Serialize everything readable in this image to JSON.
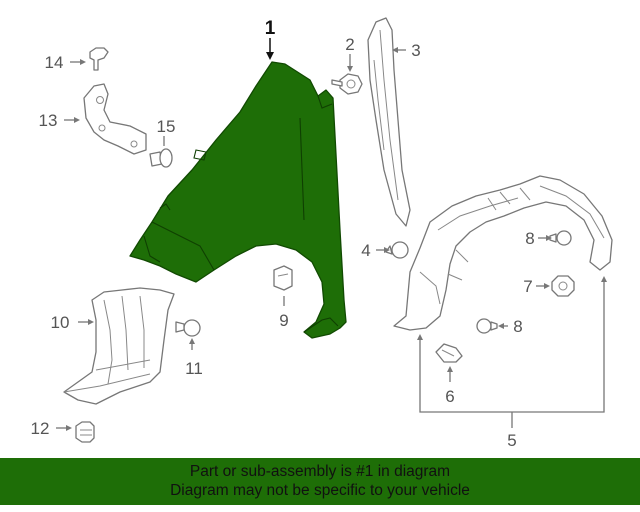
{
  "callouts": {
    "c1": "1",
    "c2": "2",
    "c3": "3",
    "c4": "4",
    "c5": "5",
    "c6": "6",
    "c7": "7",
    "c8a": "8",
    "c8b": "8",
    "c9": "9",
    "c10": "10",
    "c11": "11",
    "c12": "12",
    "c13": "13",
    "c14": "14",
    "c15": "15"
  },
  "colors": {
    "highlight": "#1e6e07",
    "line": "#777777",
    "background": "#ffffff"
  },
  "banner": {
    "line1": "Part or sub-assembly is #1 in diagram",
    "line2": "Diagram may not be specific to your vehicle"
  }
}
